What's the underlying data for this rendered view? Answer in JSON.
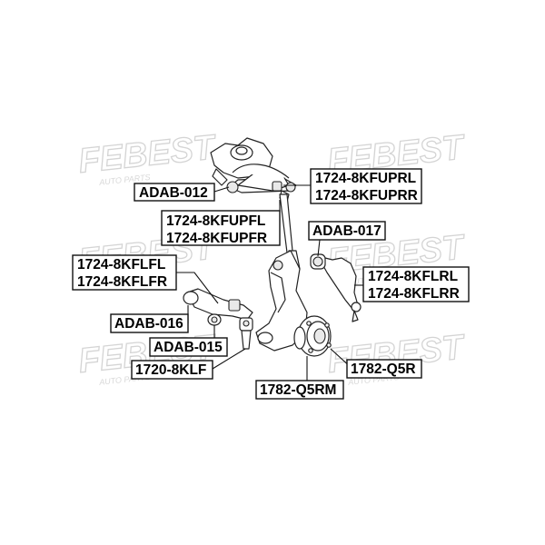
{
  "watermark": {
    "brand": "FEBEST",
    "tagline": "AUTO PARTS"
  },
  "callouts": [
    {
      "id": "adab-012",
      "lines": [
        "ADAB-012"
      ]
    },
    {
      "id": "1724-8kfuprl",
      "lines": [
        "1724-8KFUPRL",
        "1724-8KFUPRR"
      ]
    },
    {
      "id": "1724-8kfupfl",
      "lines": [
        "1724-8KFUPFL",
        "1724-8KFUPFR"
      ]
    },
    {
      "id": "adab-017",
      "lines": [
        "ADAB-017"
      ]
    },
    {
      "id": "1724-8kflfl",
      "lines": [
        "1724-8KFLFL",
        "1724-8KFLFR"
      ]
    },
    {
      "id": "1724-8kflrl",
      "lines": [
        "1724-8KFLRL",
        "1724-8KFLRR"
      ]
    },
    {
      "id": "adab-016",
      "lines": [
        "ADAB-016"
      ]
    },
    {
      "id": "adab-015",
      "lines": [
        "ADAB-015"
      ]
    },
    {
      "id": "1720-8klf",
      "lines": [
        "1720-8KLF"
      ]
    },
    {
      "id": "1782-q5rm",
      "lines": [
        "1782-Q5RM"
      ]
    },
    {
      "id": "1782-q5r",
      "lines": [
        "1782-Q5R"
      ]
    }
  ]
}
